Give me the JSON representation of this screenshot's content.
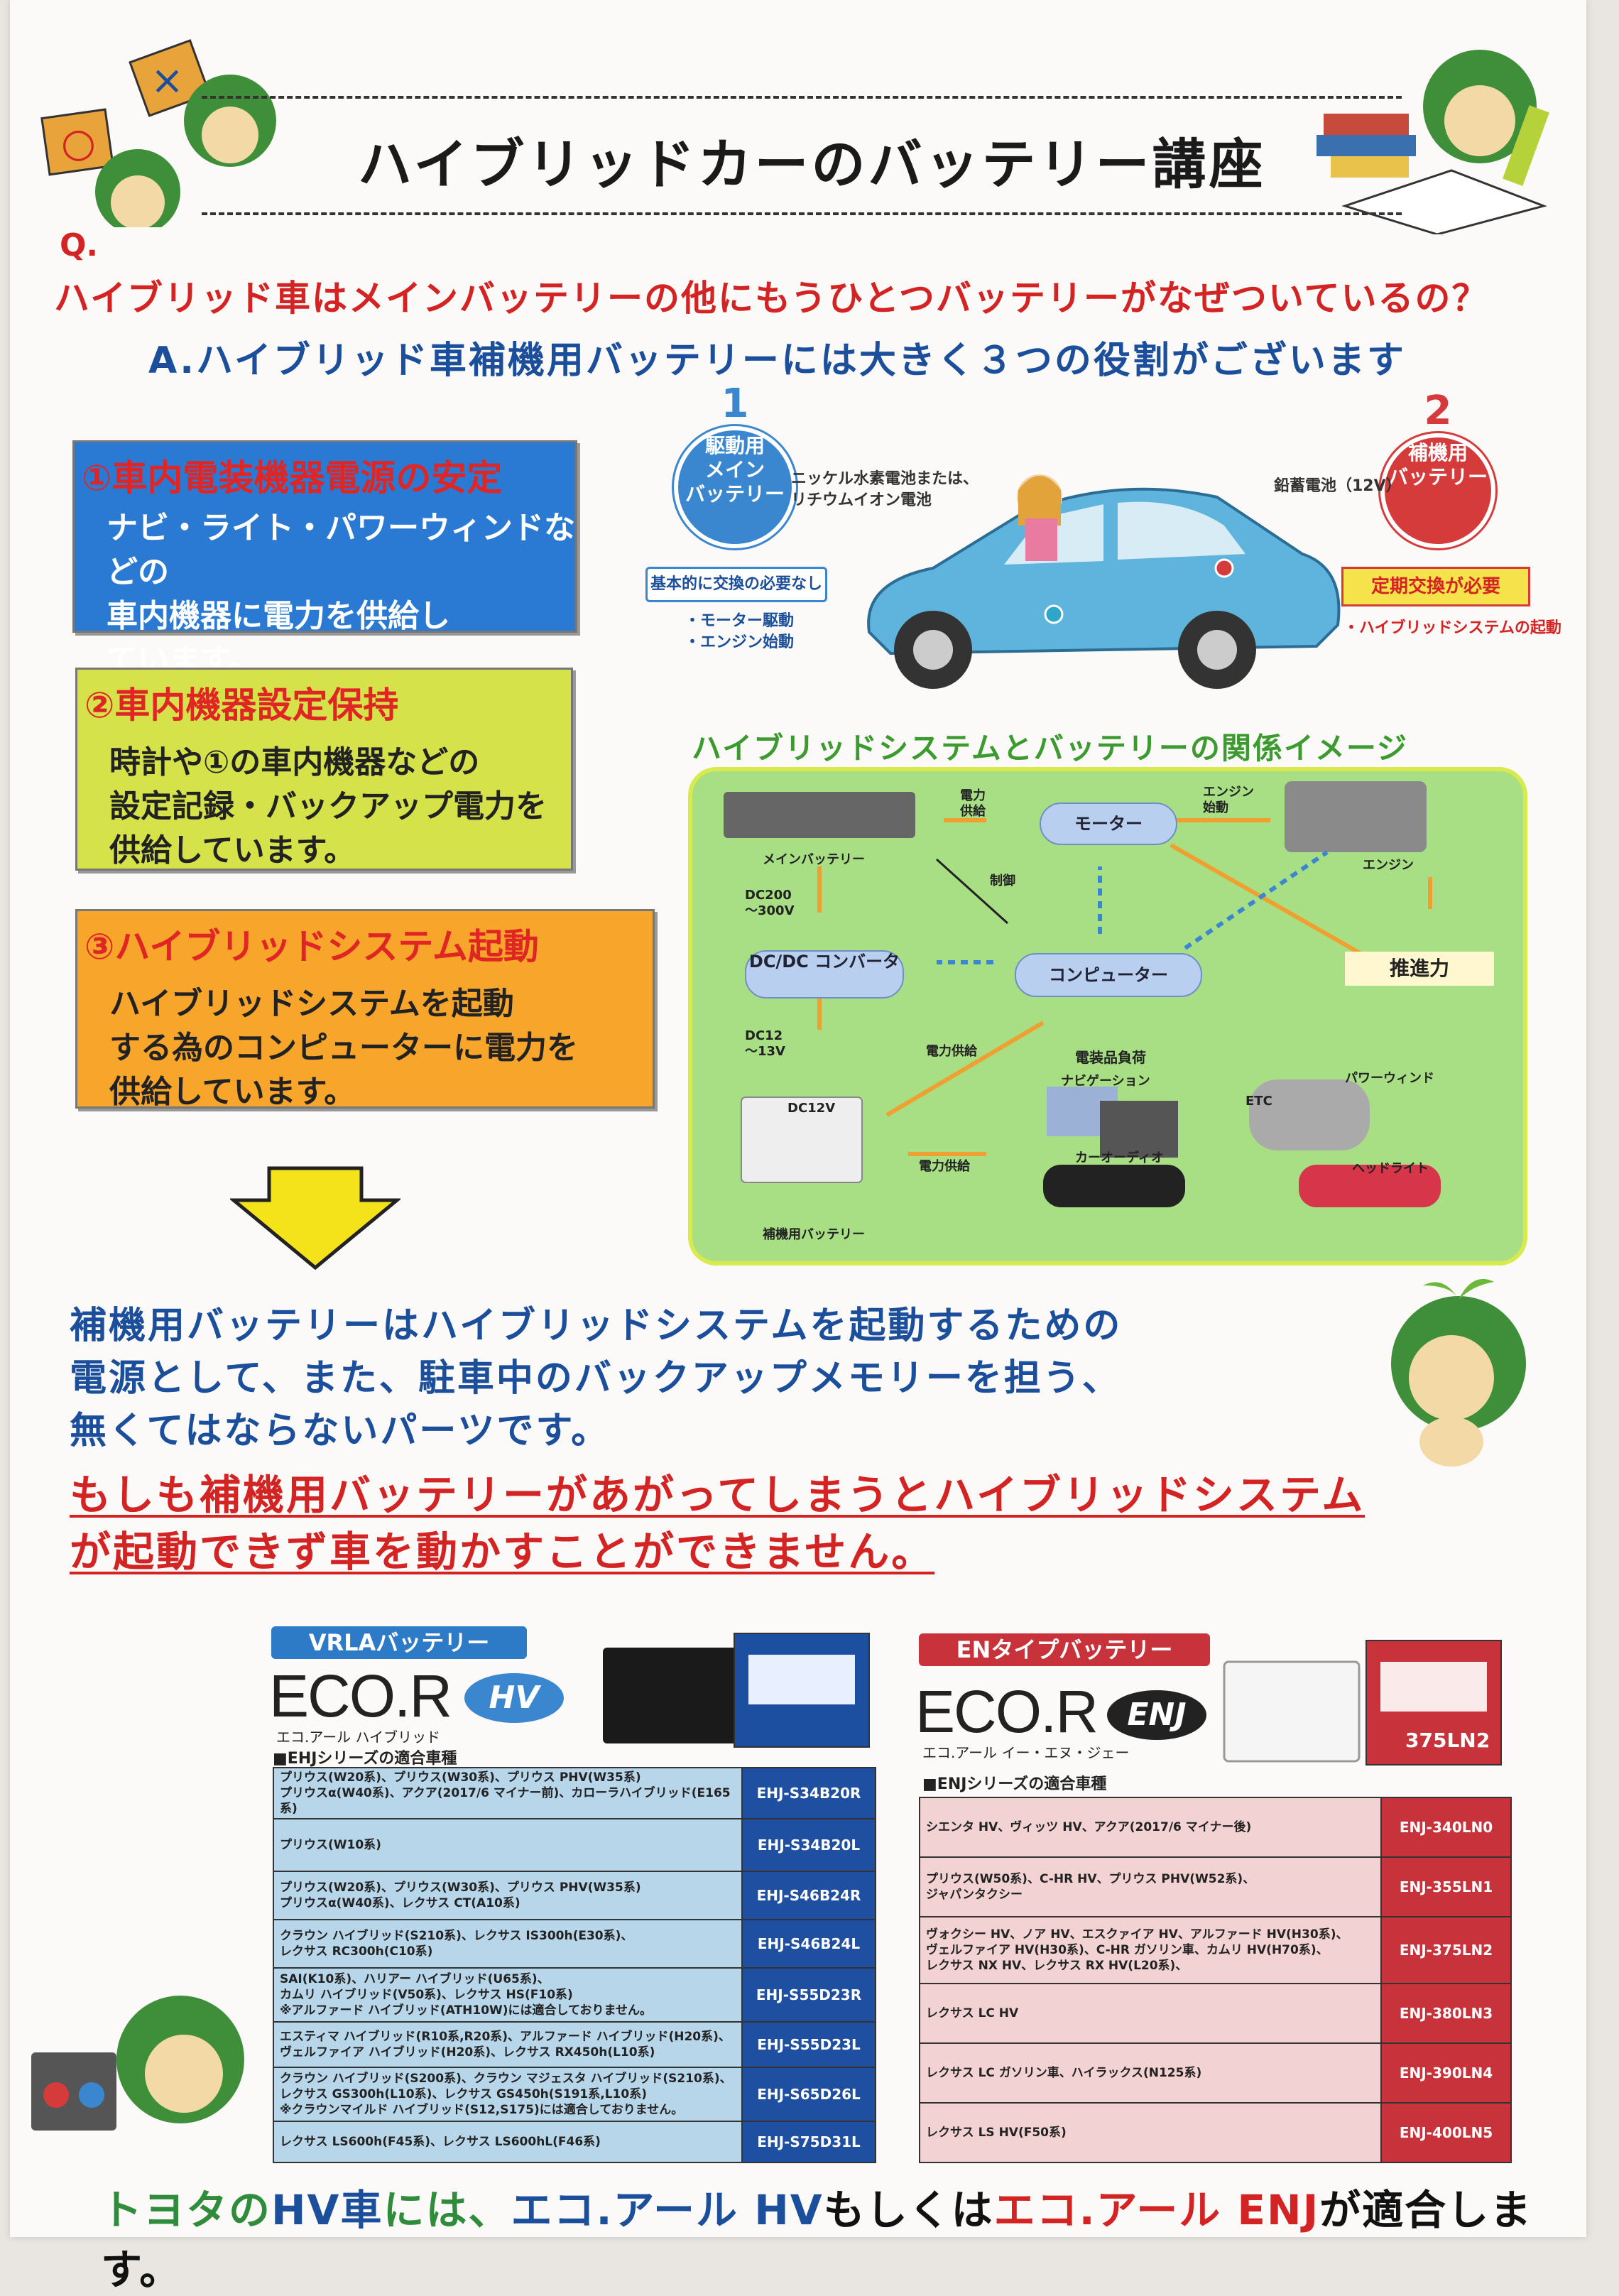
{
  "title": "ハイブリッドカーのバッテリー講座",
  "signs": {
    "circle": "○",
    "cross": "×"
  },
  "question": {
    "mark": "Q.",
    "text": "ハイブリッド車はメインバッテリーの他にもうひとつバッテリーがなぜついているの？"
  },
  "answer": "A.ハイブリッド車補機用バッテリーには大きく３つの役割がございます",
  "roles": [
    {
      "heading": "①車内電装機器電源の安定",
      "body": "ナビ・ライト・パワーウィンドなどの\n車内機器に電力を供給し\nています。"
    },
    {
      "heading": "②車内機器設定保持",
      "body": "時計や①の車内機器などの\n設定記録・バックアップ電力を\n供給しています。"
    },
    {
      "heading": "③ハイブリッドシステム起動",
      "body": "ハイブリッドシステムを起動\nする為のコンピューターに電力を\n供給しています。"
    }
  ],
  "car": {
    "main_num": "1",
    "main_label": "駆動用\nメイン\nバッテリー",
    "main_type": "ニッケル水素電池または、\nリチウムイオン電池",
    "main_tag": "基本的に交換の必要なし",
    "main_uses": "・モーター駆動\n・エンジン始動",
    "aux_num": "2",
    "aux_label": "補機用\nバッテリー",
    "aux_type": "鉛蓄電池（12V）",
    "aux_tag": "定期交換が必要",
    "aux_use": "・ハイブリッドシステムの起動"
  },
  "system": {
    "title": "ハイブリッドシステムとバッテリーの関係イメージ",
    "main_battery": "メインバッテリー",
    "motor": "モーター",
    "engine": "エンジン",
    "propulsion": "推進力",
    "dcdc": "DC/DC\nコンバータ",
    "computer": "コンピューター",
    "aux_battery": "補機用バッテリー",
    "power_supply_1": "電力\n供給",
    "engine_start": "エンジン\n始動",
    "control": "制御",
    "dc200": "DC200\n〜300V",
    "dc12_13": "DC12\n〜13V",
    "dc12v": "DC12V",
    "power_supply_2": "電力供給",
    "power_supply_3": "電力供給",
    "load_title": "電装品負荷",
    "navi": "ナビゲーション",
    "etc": "ETC",
    "pw": "パワーウィンド",
    "audio": "カーオーディオ",
    "headlight": "ヘッドライト"
  },
  "summary": "補機用バッテリーはハイブリッドシステムを起動するための\n電源として、また、駐車中のバックアップメモリーを担う、\n無くてはならないパーツです。",
  "warning": "もしも補機用バッテリーがあがってしまうとハイブリッドシステム\nが起動できず車を動かすことができません。",
  "vrla": {
    "ribbon": "VRLAバッテリー",
    "logo": "ECO.R",
    "badge": "HV",
    "sub": "エコ.アール ハイブリッド",
    "list_heading": "■EHJシリーズの適合車種",
    "rows": [
      {
        "cars": "プリウス(W20系)、プリウス(W30系)、プリウス PHV(W35系)\nプリウスα(W40系)、アクア(2017/6 マイナー前)、カローラハイブリッド(E165系)",
        "model": "EHJ-S34B20R"
      },
      {
        "cars": "プリウス(W10系)",
        "model": "EHJ-S34B20L"
      },
      {
        "cars": "プリウス(W20系)、プリウス(W30系)、プリウス PHV(W35系)\nプリウスα(W40系)、レクサス CT(A10系)",
        "model": "EHJ-S46B24R"
      },
      {
        "cars": "クラウン ハイブリッド(S210系)、レクサス IS300h(E30系)、\nレクサス RC300h(C10系)",
        "model": "EHJ-S46B24L"
      },
      {
        "cars": "SAI(K10系)、ハリアー ハイブリッド(U65系)、\nカムリ ハイブリッド(V50系)、レクサス HS(F10系)\n※アルファード ハイブリッド(ATH10W)には適合しておりません。",
        "model": "EHJ-S55D23R"
      },
      {
        "cars": "エスティマ ハイブリッド(R10系,R20系)、アルファード ハイブリッド(H20系)、\nヴェルファイア ハイブリッド(H20系)、レクサス RX450h(L10系)",
        "model": "EHJ-S55D23L"
      },
      {
        "cars": "クラウン ハイブリッド(S200系)、クラウン マジェスタ ハイブリッド(S210系)、\nレクサス GS300h(L10系)、レクサス GS450h(S191系,L10系)\n※クラウンマイルド ハイブリッド(S12,S175)には適合しておりません。",
        "model": "EHJ-S65D26L"
      },
      {
        "cars": "レクサス LS600h(F45系)、レクサス LS600hL(F46系)",
        "model": "EHJ-S75D31L"
      }
    ]
  },
  "en": {
    "ribbon": "ENタイプバッテリー",
    "logo": "ECO.R",
    "badge": "ENJ",
    "sub": "エコ.アール イー・エヌ・ジェー",
    "list_heading": "■ENJシリーズの適合車種",
    "rows": [
      {
        "cars": "シエンタ HV、ヴィッツ HV、アクア(2017/6 マイナー後)",
        "model": "ENJ-340LN0"
      },
      {
        "cars": "プリウス(W50系)、C-HR HV、プリウス PHV(W52系)、\nジャパンタクシー",
        "model": "ENJ-355LN1"
      },
      {
        "cars": "ヴォクシー HV、ノア HV、エスクァイア HV、アルファード HV(H30系)、\nヴェルファイア HV(H30系)、C-HR ガソリン車、カムリ HV(H70系)、\nレクサス NX HV、レクサス RX HV(L20系)、",
        "model": "ENJ-375LN2"
      },
      {
        "cars": "レクサス LC HV",
        "model": "ENJ-380LN3"
      },
      {
        "cars": "レクサス LC ガソリン車、ハイラックス(N125系)",
        "model": "ENJ-390LN4"
      },
      {
        "cars": "レクサス LS HV(F50系)",
        "model": "ENJ-400LN5"
      }
    ],
    "box_label": "375LN2"
  },
  "footer": {
    "p1": "トヨタの",
    "p2": "HV車",
    "p3": "には、",
    "p4": "エコ.アール HV",
    "p5": "もしくは",
    "p6": "エコ.アール ENJ",
    "p7": "が適合します。"
  }
}
